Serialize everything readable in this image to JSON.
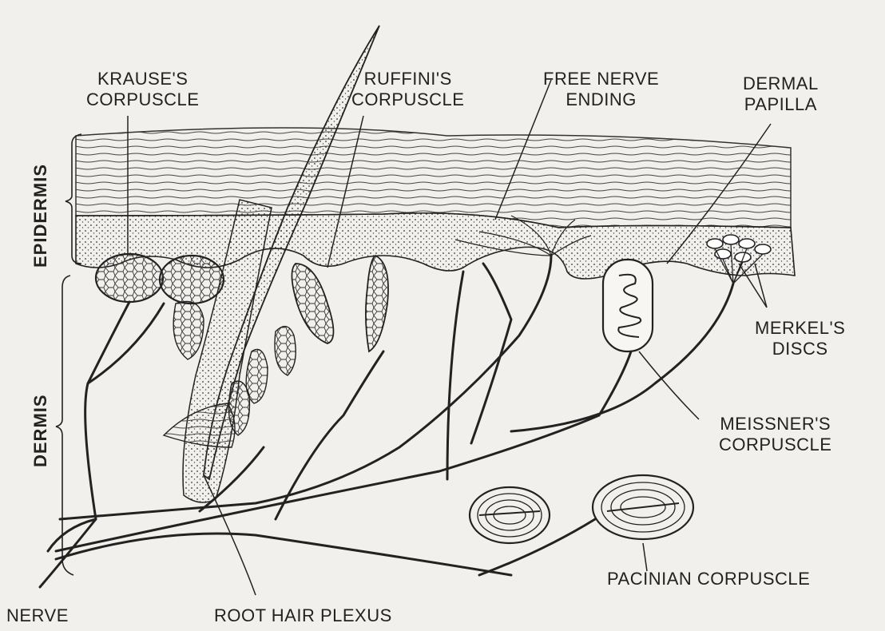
{
  "labels": {
    "krause": [
      "KRAUSE'S",
      "CORPUSCLE"
    ],
    "ruffini": [
      "RUFFINI'S",
      "CORPUSCLE"
    ],
    "free_nerve": [
      "FREE NERVE",
      "ENDING"
    ],
    "dermal_papilla": [
      "DERMAL",
      "PAPILLA"
    ],
    "merkel": [
      "MERKEL'S",
      "DISCS"
    ],
    "meissner": [
      "MEISSNER'S",
      "CORPUSCLE"
    ],
    "pacinian": "PACINIAN CORPUSCLE",
    "root_hair": "ROOT HAIR PLEXUS",
    "nerve": "NERVE",
    "epidermis": "EPIDERMIS",
    "dermis": "DERMIS"
  },
  "colors": {
    "ink": "#222222",
    "paper": "#f2f0ec"
  }
}
